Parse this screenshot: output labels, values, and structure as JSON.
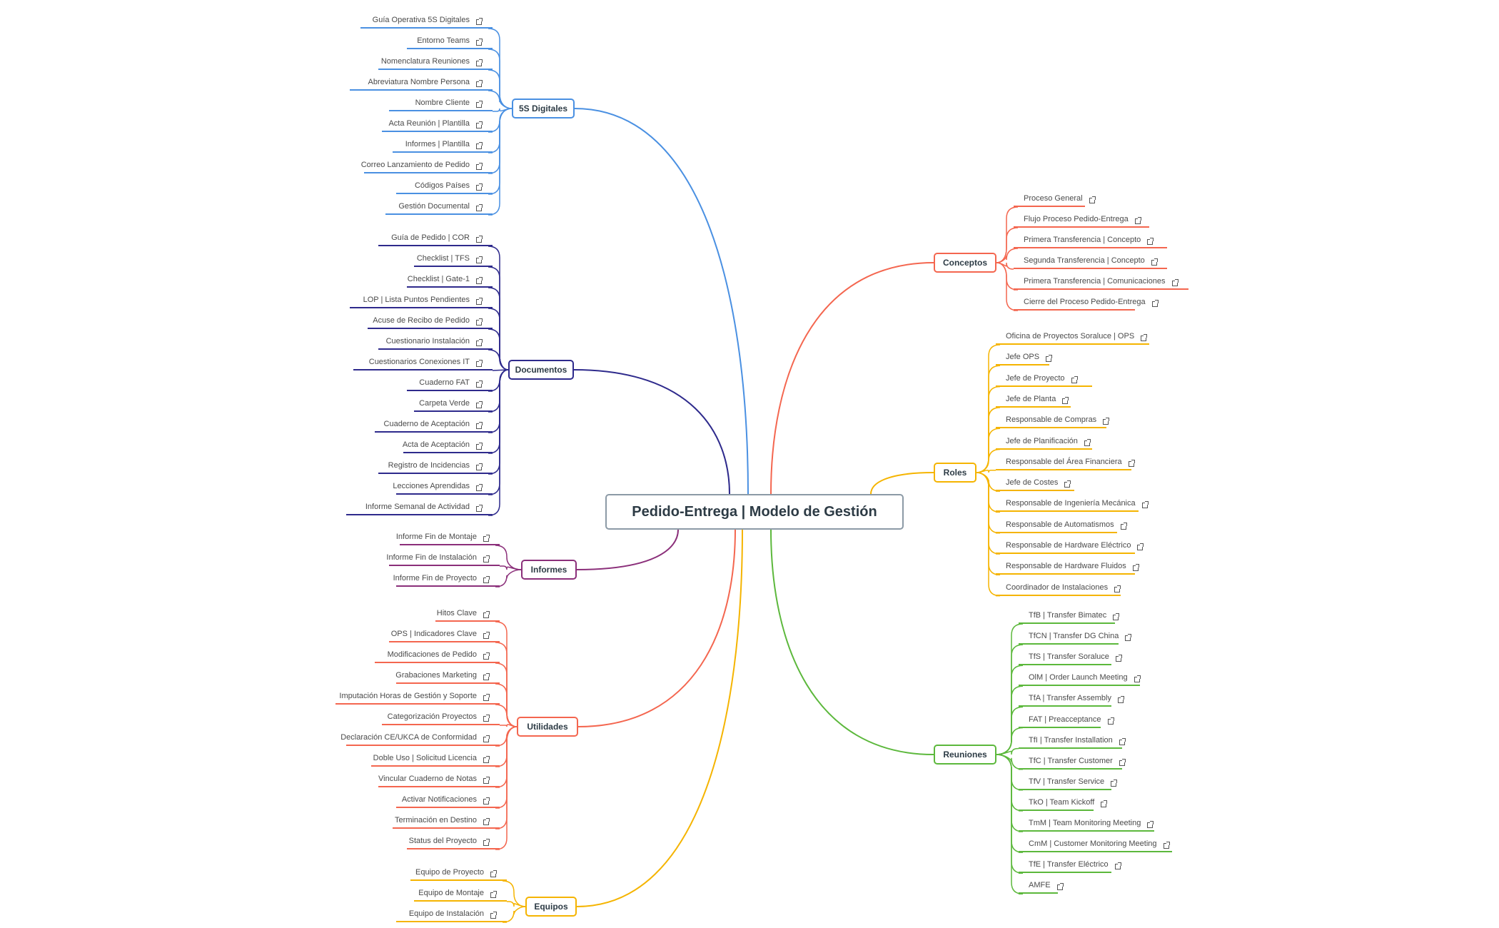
{
  "root": {
    "label": "Pedido-Entrega | Modelo de Gestión"
  },
  "branches": [
    {
      "key": "5s",
      "label": "5S Digitales",
      "side": "left",
      "color": "#4a90e2",
      "leaves": [
        "Guía Operativa 5S Digitales",
        "Entorno Teams",
        "Nomenclatura Reuniones",
        "Abreviatura Nombre Persona",
        "Nombre Cliente",
        "Acta Reunión | Plantilla",
        "Informes | Plantilla",
        "Correo Lanzamiento de Pedido",
        "Códigos Países",
        "Gestión Documental"
      ]
    },
    {
      "key": "doc",
      "label": "Documentos",
      "side": "left",
      "color": "#2e2a8c",
      "leaves": [
        "Guía de Pedido | COR",
        "Checklist | TFS",
        "Checklist | Gate-1",
        "LOP | Lista Puntos Pendientes",
        "Acuse de Recibo de Pedido",
        "Cuestionario Instalación",
        "Cuestionarios Conexiones IT",
        "Cuaderno FAT",
        "Carpeta Verde",
        "Cuaderno de Aceptación",
        "Acta de Aceptación",
        "Registro de Incidencias",
        "Lecciones Aprendidas",
        "Informe Semanal de Actividad"
      ]
    },
    {
      "key": "inf",
      "label": "Informes",
      "side": "left",
      "color": "#8b2f7a",
      "leaves": [
        "Informe Fin de Montaje",
        "Informe Fin de Instalación",
        "Informe Fin de Proyecto"
      ]
    },
    {
      "key": "uti",
      "label": "Utilidades",
      "side": "left",
      "color": "#f4664f",
      "leaves": [
        "Hitos Clave",
        "OPS | Indicadores Clave",
        "Modificaciones de Pedido",
        "Grabaciones Marketing",
        "Imputación Horas de Gestión y Soporte",
        "Categorización Proyectos",
        "Declaración CE/UKCA de Conformidad",
        "Doble Uso | Solicitud Licencia",
        "Vincular Cuaderno de Notas",
        "Activar Notificaciones",
        "Terminación en Destino",
        "Status del Proyecto"
      ]
    },
    {
      "key": "equ",
      "label": "Equipos",
      "side": "left",
      "color": "#f5b400",
      "leaves": [
        "Equipo de Proyecto",
        "Equipo de Montaje",
        "Equipo de Instalación"
      ]
    },
    {
      "key": "con",
      "label": "Conceptos",
      "side": "right",
      "color": "#f4664f",
      "leaves": [
        "Proceso General",
        "Flujo Proceso Pedido-Entrega",
        "Primera Transferencia | Concepto",
        "Segunda Transferencia | Concepto",
        "Primera Transferencia | Comunicaciones",
        "Cierre del Proceso Pedido-Entrega"
      ]
    },
    {
      "key": "rol",
      "label": "Roles",
      "side": "right",
      "color": "#f5b400",
      "leaves": [
        "Oficina de Proyectos Soraluce | OPS",
        "Jefe OPS",
        "Jefe de Proyecto",
        "Jefe de Planta",
        "Responsable de Compras",
        "Jefe de Planificación",
        "Responsable del Área Financiera",
        "Jefe de Costes",
        "Responsable de Ingeniería Mecánica",
        "Responsable de Automatismos",
        "Responsable de Hardware Eléctrico",
        "Responsable de Hardware Fluidos",
        "Coordinador de Instalaciones"
      ]
    },
    {
      "key": "reu",
      "label": "Reuniones",
      "side": "right",
      "color": "#5cb83c",
      "leaves": [
        "TfB | Transfer Bimatec",
        "TfCN | Transfer DG China",
        "TfS | Transfer Soraluce",
        "OlM | Order Launch Meeting",
        "TfA | Transfer Assembly",
        "FAT | Preacceptance",
        "TfI | Transfer Installation",
        "TfC | Transfer Customer",
        "TfV | Transfer Service",
        "TkO | Team Kickoff",
        "TmM | Team Monitoring Meeting",
        "CmM | Customer Monitoring Meeting",
        "TfE | Transfer Eléctrico",
        "AMFE"
      ]
    }
  ]
}
